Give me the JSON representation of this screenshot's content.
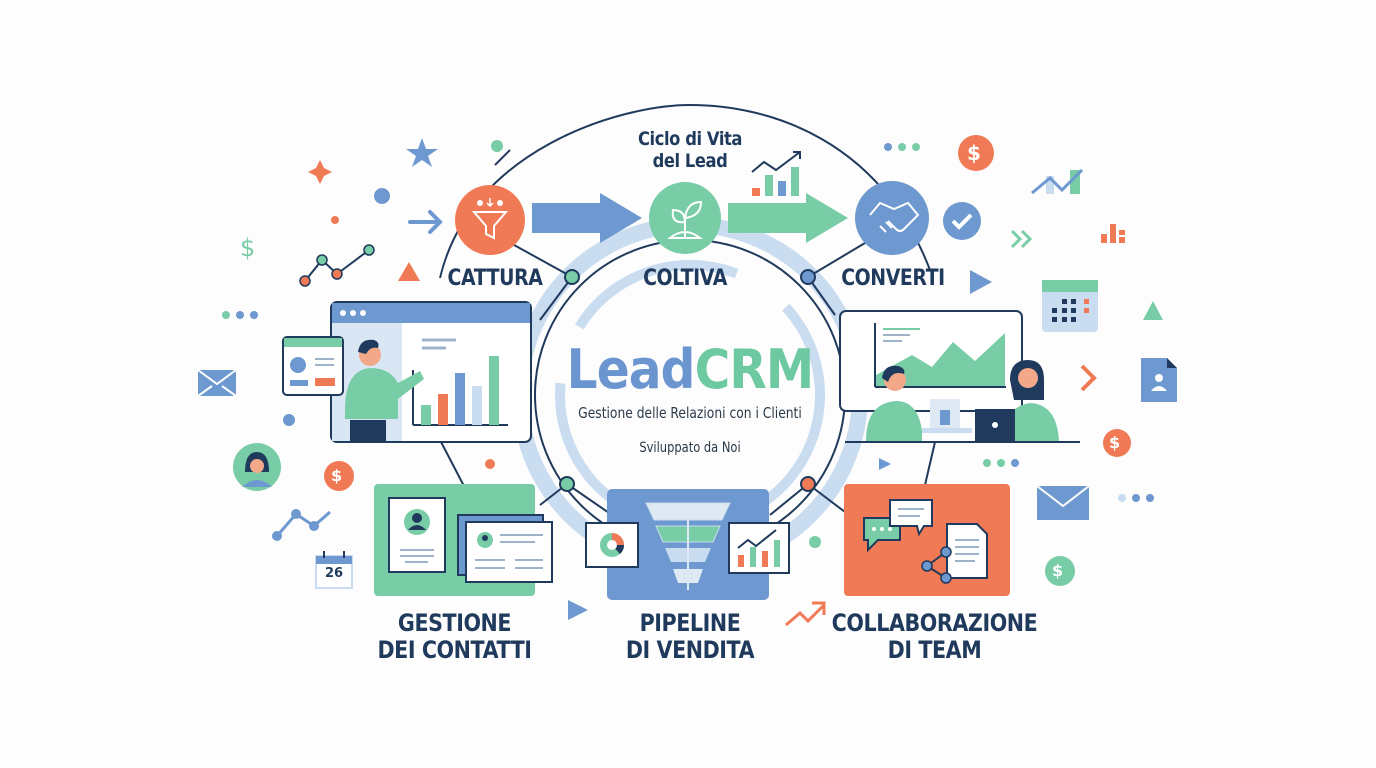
{
  "title": {
    "line1": "Ciclo di Vita",
    "line2": "del Lead"
  },
  "brand": {
    "part1": "Lead",
    "part2": "CRM",
    "subtitle": "Gestione delle Relazioni con i Clienti",
    "credit": "Sviluppato da Noi"
  },
  "stages": [
    {
      "label": "CATTURA",
      "icon": "funnel-icon",
      "color": "#f07a55"
    },
    {
      "label": "COLTIVA",
      "icon": "sprout-icon",
      "color": "#78cda6"
    },
    {
      "label": "CONVERTI",
      "icon": "handshake-icon",
      "color": "#6e98d0"
    }
  ],
  "features": [
    {
      "line1": "GESTIONE",
      "line2": "DEI CONTATTI",
      "color": "#78cda6"
    },
    {
      "line1": "PIPELINE",
      "line2": "DI VENDITA",
      "color": "#6e98d0"
    },
    {
      "line1": "COLLABORAZIONE",
      "line2": "DI TEAM",
      "color": "#f07a55"
    }
  ],
  "decorations": {
    "calendar_day": "26",
    "currency_symbol": "$"
  },
  "colors": {
    "navy": "#1f3a5c",
    "blue": "#6e98d0",
    "light_blue": "#c9dcf0",
    "green": "#78cda6",
    "orange": "#f07a55"
  }
}
